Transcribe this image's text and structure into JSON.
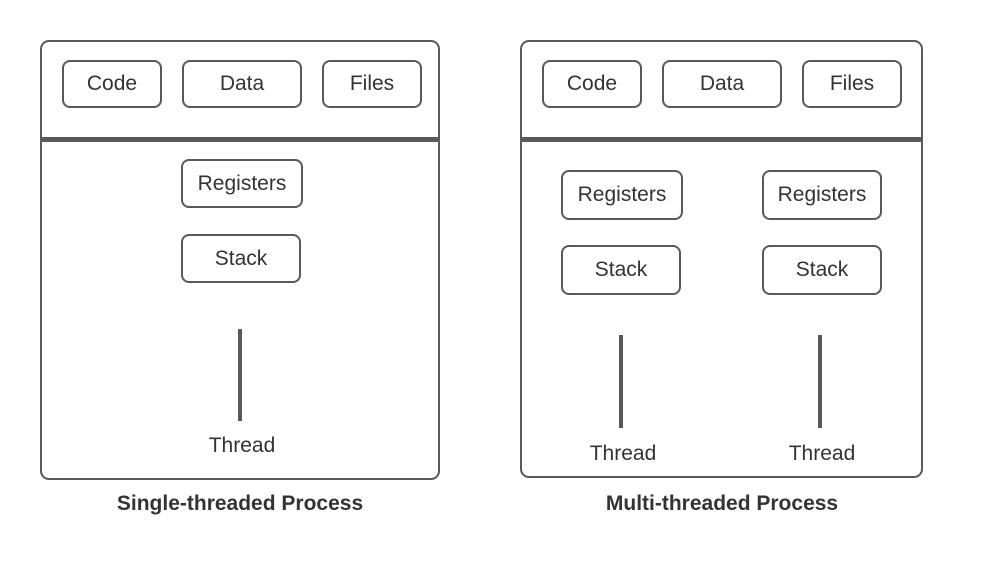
{
  "colors": {
    "stroke": "#595959",
    "text": "#333333",
    "background": "#ffffff"
  },
  "processes": [
    {
      "caption": "Single-threaded Process",
      "resources": [
        "Code",
        "Data",
        "Files"
      ],
      "threads": [
        {
          "registers": "Registers",
          "stack": "Stack",
          "label": "Thread"
        }
      ]
    },
    {
      "caption": "Multi-threaded Process",
      "resources": [
        "Code",
        "Data",
        "Files"
      ],
      "threads": [
        {
          "registers": "Registers",
          "stack": "Stack",
          "label": "Thread"
        },
        {
          "registers": "Registers",
          "stack": "Stack",
          "label": "Thread"
        }
      ]
    }
  ]
}
